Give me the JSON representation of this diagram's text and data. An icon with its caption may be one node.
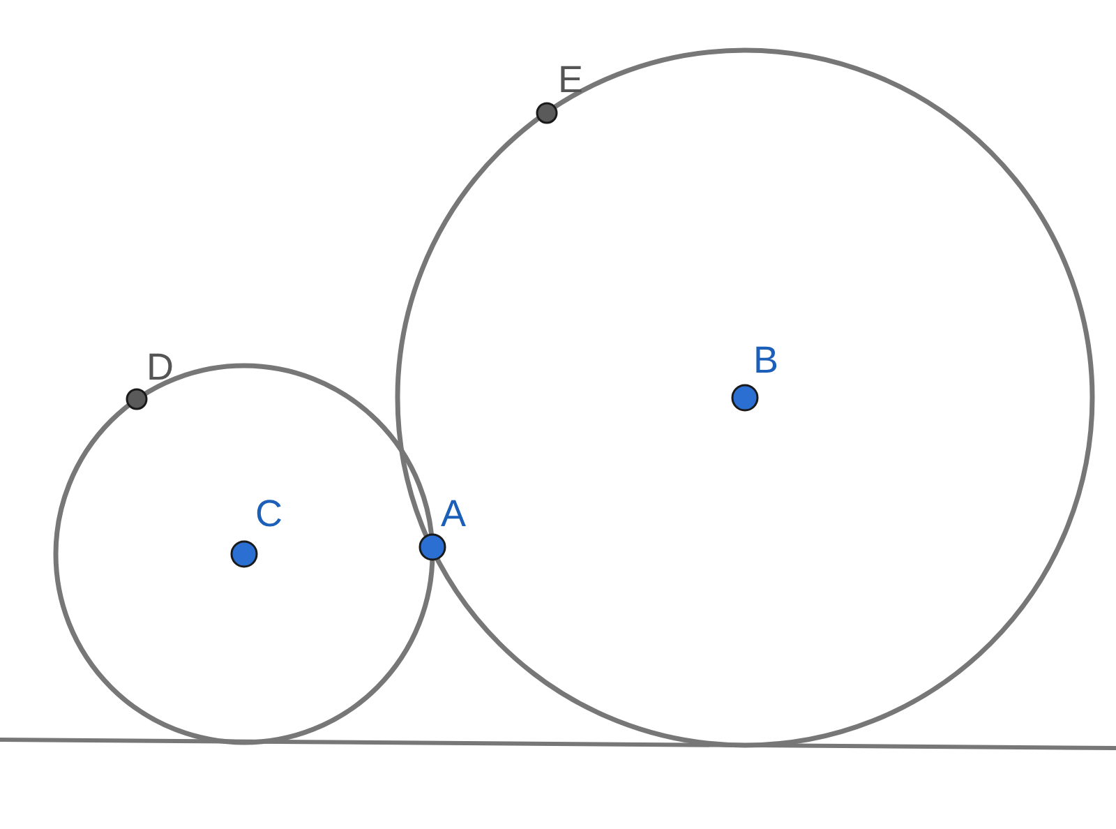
{
  "diagram": {
    "labels": [
      "E",
      "D",
      "B",
      "C",
      "A"
    ]
  }
}
